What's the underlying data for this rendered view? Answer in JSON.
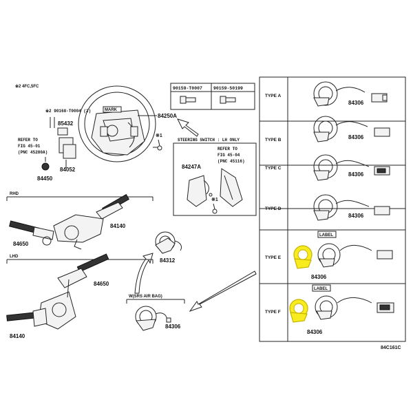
{
  "header": {
    "ref_note": "※2 4FC,5FC"
  },
  "parts": {
    "p90168": "※2 90168-T0004 (2)",
    "p85432": "85432",
    "refer45_01_a": "REFER TO",
    "refer45_01_b": "FIG 45-01",
    "refer45_01_c": "(PNC 45280A)",
    "p84052": "84052",
    "p84450": "84450",
    "mark": "MARK",
    "p84250A": "84250A",
    "star1_top": "※1",
    "p84247A": "84247A",
    "refer45_04_a": "REFER TO",
    "refer45_04_b": "FIG 45-04",
    "refer45_04_c": "(PNC 45116)",
    "star1_mid": "※1",
    "p84140_rhd": "84140",
    "p84650_rhd": "84650",
    "p84650_lhd": "84650",
    "p84140_lhd": "84140",
    "p84312": "84312",
    "p84306_main": "84306"
  },
  "bolts": {
    "b1": "90159-T0007",
    "b2": "90159-50199"
  },
  "steering_switch_title": "STEERING SWITCH : LH ONLY",
  "sections": {
    "rhd": "RHD",
    "lhd": "LHD",
    "srs": "W(SRS AIR BAG)"
  },
  "types": [
    {
      "label": "TYPE A",
      "part": "84306"
    },
    {
      "label": "TYPE B",
      "part": "84306"
    },
    {
      "label": "TYPE C",
      "part": "84306"
    },
    {
      "label": "TYPE D",
      "part": "84306"
    },
    {
      "label": "TYPE E",
      "part": "84306",
      "tag": "LABEL"
    },
    {
      "label": "TYPE F",
      "part": "84306",
      "tag": "LABEL"
    }
  ],
  "figure_code": "84C161C",
  "colors": {
    "highlight": "#f6ec1f",
    "line": "#222222"
  }
}
